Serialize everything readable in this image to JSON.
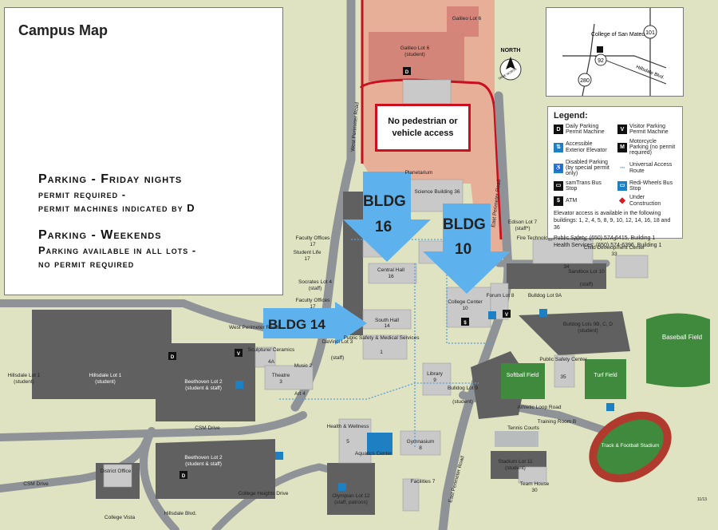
{
  "title": "Campus Map",
  "parking_info": {
    "friday_heading": "Parking - Friday nights",
    "friday_line1": "permit required -",
    "friday_line2": "permit machines indicated by D",
    "weekend_heading": "Parking - Weekends",
    "weekend_line1": "Parking available in all lots -",
    "weekend_line2": "no permit required"
  },
  "no_access": {
    "line1": "No pedestrian or",
    "line2": "vehicle access"
  },
  "callouts": {
    "bldg16": {
      "line1": "BLDG",
      "line2": "16"
    },
    "bldg10": {
      "line1": "BLDG",
      "line2": "10"
    },
    "bldg14": {
      "text": "BLDG 14"
    }
  },
  "inset": {
    "college": "College of San Mateo",
    "road_101": "101",
    "road_92": "92",
    "road_280": "280",
    "hillsdale": "Hillsdale Blvd."
  },
  "north_label": "NORTH",
  "true_north": "TRUE NORTH",
  "legend": {
    "title": "Legend:",
    "items": [
      {
        "icon": "D",
        "label": "Daily Parking Permit Machine"
      },
      {
        "icon": "V",
        "label": "Visitor Parking Permit Machine"
      },
      {
        "icon": "⇅",
        "label": "Accessible Exterior Elevator"
      },
      {
        "icon": "M",
        "label": "Motorcycle Parking (no permit required)"
      },
      {
        "icon": "♿",
        "label": "Disabled Parking (by special permit only)"
      },
      {
        "icon": "···",
        "label": "Universal Access Route"
      },
      {
        "icon": "▭",
        "label": "samTrans Bus Stop"
      },
      {
        "icon": "▭",
        "label": "Redi-Wheels Bus Stop"
      },
      {
        "icon": "$",
        "label": "ATM"
      },
      {
        "icon": "◆",
        "label": "Under Construction"
      }
    ],
    "elevator_note": "Elevator access is available in the following buildings: 1, 2, 4, 5, 8, 9, 10, 12, 14, 16, 18 and 36",
    "public_safety": "Public Safety: (650) 574-6415, Building 1",
    "health_services": "Health Services: (650) 574-6396, Building 1"
  },
  "labels": {
    "galileo6": "Galileo Lot 6",
    "galileo6_sub": "(student)",
    "galileo6_top": "Galileo Lot 6",
    "planetarium": "Planetarium",
    "science36": "Science Building 36",
    "edison7": "Edison Lot 7",
    "edison7_sub": "(staff*)",
    "fire_tech": "Fire Technology, ITS, Shipping & Receiving",
    "fire_tech_num": "34",
    "child_dev": "Child Development Center",
    "child_dev_num": "33",
    "sandbox": "Sandbox Lot 10",
    "sandbox_sub": "(staff)",
    "faculty17a": "Faculty Offices",
    "faculty17a_num": "17",
    "student_life": "Student Life",
    "student_life_num": "17",
    "central_hall": "Central Hall",
    "central_hall_num": "16",
    "socrates": "Socrates Lot 4",
    "socrates_sub": "(staff)",
    "faculty17b": "Faculty Offices",
    "faculty17b_num": "17",
    "college_center": "College Center",
    "college_center_num": "10",
    "forum8": "Forum Lot 8",
    "bulldog9a": "Bulldog Lot 9A",
    "bulldog9bcd": "Bulldog Lots 9B, C, D",
    "bulldog9bcd_sub": "(student)",
    "baseball": "Baseball Field",
    "south_hall": "South Hall",
    "south_hall_num": "14",
    "west_perim": "West Perimeter Road",
    "east_perim": "East Perimeter Road",
    "sculpture": "Sculpture/ Ceramics",
    "sculpture_num": "4A",
    "davinci": "DaVinci Lot 3",
    "davinci_sub": "(staff)",
    "public_safety_bldg": "Public Safety & Medical Services",
    "public_safety_num": "1",
    "ps_center": "Public Safety Center",
    "ps_center_num": "35",
    "softball": "Softball Field",
    "turf": "Turf Field",
    "hillsdale1": "Hillsdale Lot 1",
    "hillsdale1_sub": "(student)",
    "hillsdale1b": "Hillsdale Lot 1",
    "hillsdale1b_sub": "(student)",
    "beethoven2": "Beethoven Lot 2",
    "beethoven2_sub": "(student & staff)",
    "music2": "Music 2",
    "theatre3": "Theatre",
    "theatre3_num": "3",
    "art4": "Art 4",
    "library9": "Library",
    "library9_num": "9",
    "bulldog9": "Bulldog Lot 9",
    "bulldog9_sub": "(student)",
    "athletic_loop": "Athletic Loop Road",
    "training": "Training Room B",
    "tennis": "Tennis Courts",
    "csm_drive": "CSM Drive",
    "csm_drive2": "CSM Drive",
    "health": "Health & Wellness",
    "health_num": "5",
    "aquatics": "Aquatics Center",
    "gymnasium": "Gymnasium",
    "gymnasium_num": "8",
    "stadium11": "Stadium Lot 11",
    "stadium11_sub": "(student)",
    "track": "Track & Football Stadium",
    "team_house": "Team House",
    "team_house_num": "30",
    "district": "District Office",
    "college_vista": "College Vista",
    "college_heights": "College Heights Drive",
    "hillsdale_blvd": "Hillsdale Blvd.",
    "olympian": "Olympian Lot 12",
    "olympian_sub": "(staff, patrons)",
    "facilities": "Facilities 7",
    "version": "11/13"
  },
  "colors": {
    "lot": "#606060",
    "building": "#c9c9c9",
    "grass": "#dfe3c2",
    "field": "#3f8a3c",
    "construction": "#e9a491",
    "arrow": "#5db2ee",
    "no_access_border": "#c8101e"
  }
}
